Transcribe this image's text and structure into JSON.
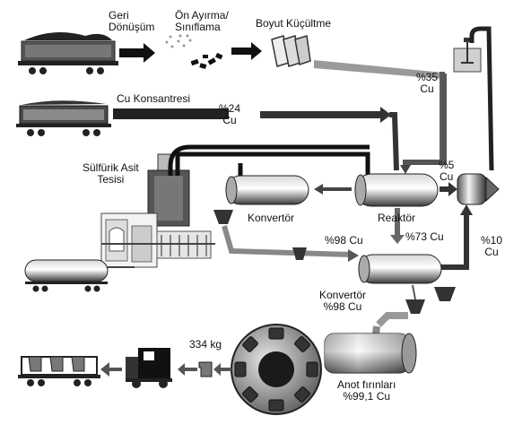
{
  "labels": {
    "recycling": [
      "Geri",
      "Dönüşüm"
    ],
    "pre_separation": [
      "Ön Ayırma/",
      "Sınıflama"
    ],
    "size_reduction": "Boyut Küçültme",
    "cu_concentrate": "Cu Konsantresi",
    "pct24": [
      "%24",
      "Cu"
    ],
    "pct35": [
      "%35",
      "Cu"
    ],
    "sulfuric_plant": [
      "Sülfürik Asit",
      "Tesisi"
    ],
    "pct5": [
      "%5",
      "Cu"
    ],
    "converter_1": "Konvertör",
    "reactor": "Reaktör",
    "pct98_mid": "%98 Cu",
    "pct73": "%73 Cu",
    "pct10": [
      "%10",
      "Cu"
    ],
    "converter_2": [
      "Konvertör",
      "%98 Cu"
    ],
    "weight": "334 kg",
    "anode_furnace": [
      "Anot fırınları",
      "%99,1 Cu"
    ]
  },
  "colors": {
    "ink": "#111111",
    "dark_arrow": "#1c1c1c",
    "gray_arrow": "#6e6e6e",
    "light_gray": "#bdbdbd",
    "equipment": "#4a4a4a"
  }
}
